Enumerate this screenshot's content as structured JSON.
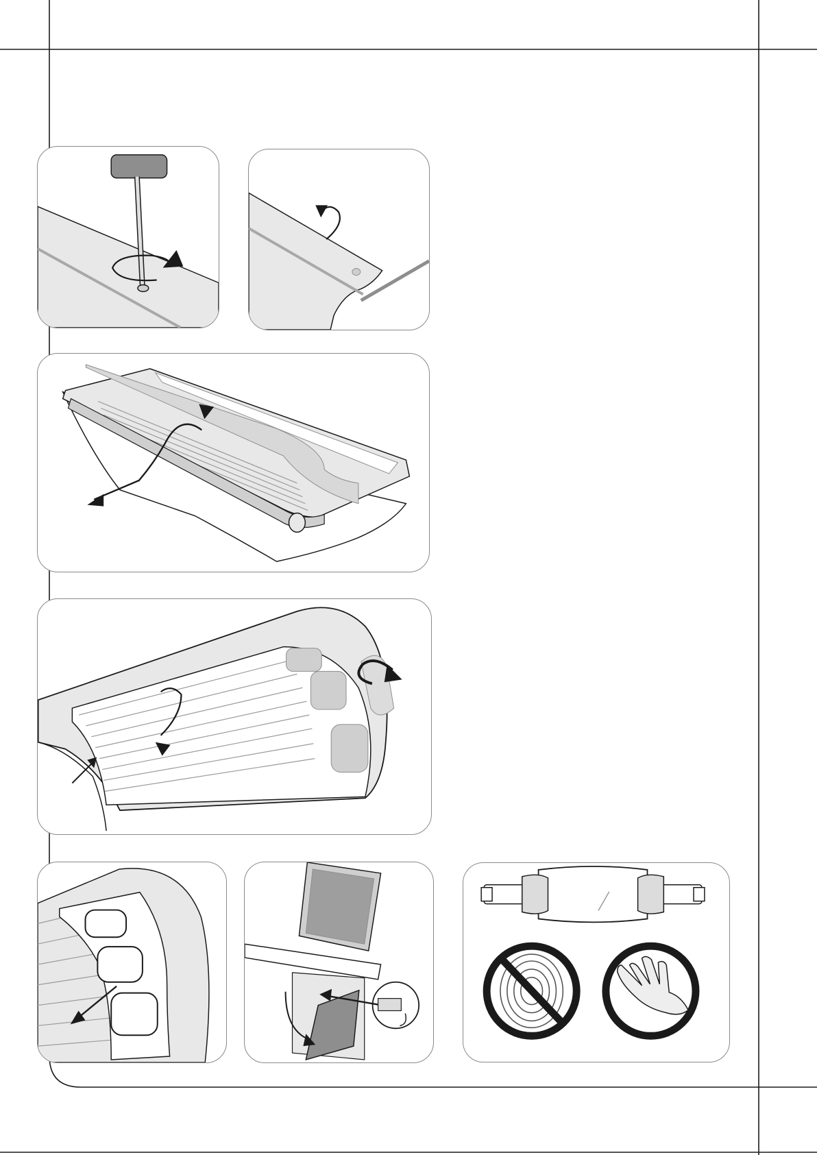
{
  "page": {
    "background": "#ffffff",
    "line_color": "#1a1a1a",
    "panel_border_color": "#8a8a8a",
    "fill_light": "#e8e8e8",
    "fill_mid": "#cfcfcf",
    "fill_dark": "#8e8e8e"
  },
  "panels": [
    {
      "id": "step-1",
      "depicts": "rotate-handle-icon"
    },
    {
      "id": "step-2",
      "depicts": "lift-panel-edge-icon"
    },
    {
      "id": "step-3",
      "depicts": "remove-acrylic-sheet-icon"
    },
    {
      "id": "step-4",
      "depicts": "open-canopy-icon"
    },
    {
      "id": "step-5",
      "depicts": "remove-face-cover-icon"
    },
    {
      "id": "step-6",
      "depicts": "unscrew-filter-icon"
    },
    {
      "id": "step-7",
      "depicts": "lamp-handling-warning-icon"
    }
  ]
}
